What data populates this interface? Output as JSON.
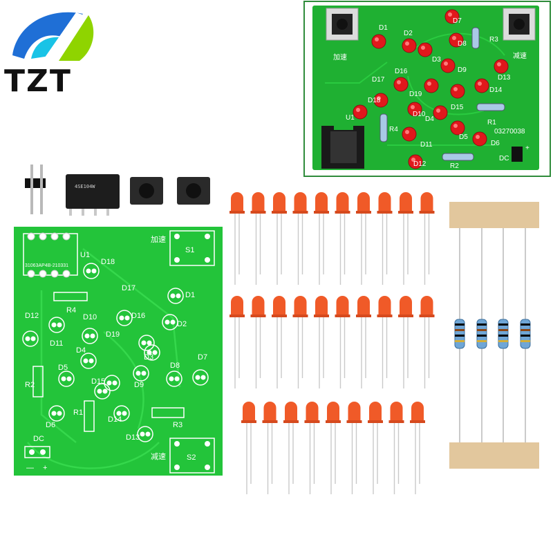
{
  "brand": {
    "name": "TZT",
    "colors": {
      "blue": "#1f6fd6",
      "green": "#8fd400",
      "cyan": "#19c3e6"
    }
  },
  "assembled_board": {
    "labels": [
      {
        "text": "D1"
      },
      {
        "text": "D2"
      },
      {
        "text": "D7"
      },
      {
        "text": "D8"
      },
      {
        "text": "R3"
      },
      {
        "text": "加速"
      },
      {
        "text": "减速"
      },
      {
        "text": "D3"
      },
      {
        "text": "D9"
      },
      {
        "text": "D13"
      },
      {
        "text": "D16"
      },
      {
        "text": "D17"
      },
      {
        "text": "D19"
      },
      {
        "text": "D14"
      },
      {
        "text": "D18"
      },
      {
        "text": "D10"
      },
      {
        "text": "D15"
      },
      {
        "text": "R1"
      },
      {
        "text": "U1"
      },
      {
        "text": "D4"
      },
      {
        "text": "R4"
      },
      {
        "text": "03270038"
      },
      {
        "text": "D11"
      },
      {
        "text": "D5"
      },
      {
        "text": "D6"
      },
      {
        "text": "D12"
      },
      {
        "text": "R2"
      },
      {
        "text": "DC"
      },
      {
        "text": "+"
      }
    ]
  },
  "bare_board": {
    "labels": [
      {
        "text": "加速"
      },
      {
        "text": "S1"
      },
      {
        "text": "U1"
      },
      {
        "text": "D18"
      },
      {
        "text": "31063AP4B-210331"
      },
      {
        "text": "R4"
      },
      {
        "text": "D17"
      },
      {
        "text": "D1"
      },
      {
        "text": "D12"
      },
      {
        "text": "D10"
      },
      {
        "text": "D16"
      },
      {
        "text": "D2"
      },
      {
        "text": "D11"
      },
      {
        "text": "D19"
      },
      {
        "text": "D3"
      },
      {
        "text": "D4"
      },
      {
        "text": "D5"
      },
      {
        "text": "D8"
      },
      {
        "text": "D7"
      },
      {
        "text": "R2"
      },
      {
        "text": "D15"
      },
      {
        "text": "D9"
      },
      {
        "text": "R1"
      },
      {
        "text": "R3"
      },
      {
        "text": "D6"
      },
      {
        "text": "D14"
      },
      {
        "text": "D13"
      },
      {
        "text": "减速"
      },
      {
        "text": "S2"
      },
      {
        "text": "DC"
      },
      {
        "text": "—"
      },
      {
        "text": "+"
      }
    ]
  },
  "loose_parts": {
    "ic_marking": "4SE104W",
    "led_color": "#f05a28",
    "led_rows": [
      10,
      10,
      9
    ],
    "resistor_count": 4
  }
}
